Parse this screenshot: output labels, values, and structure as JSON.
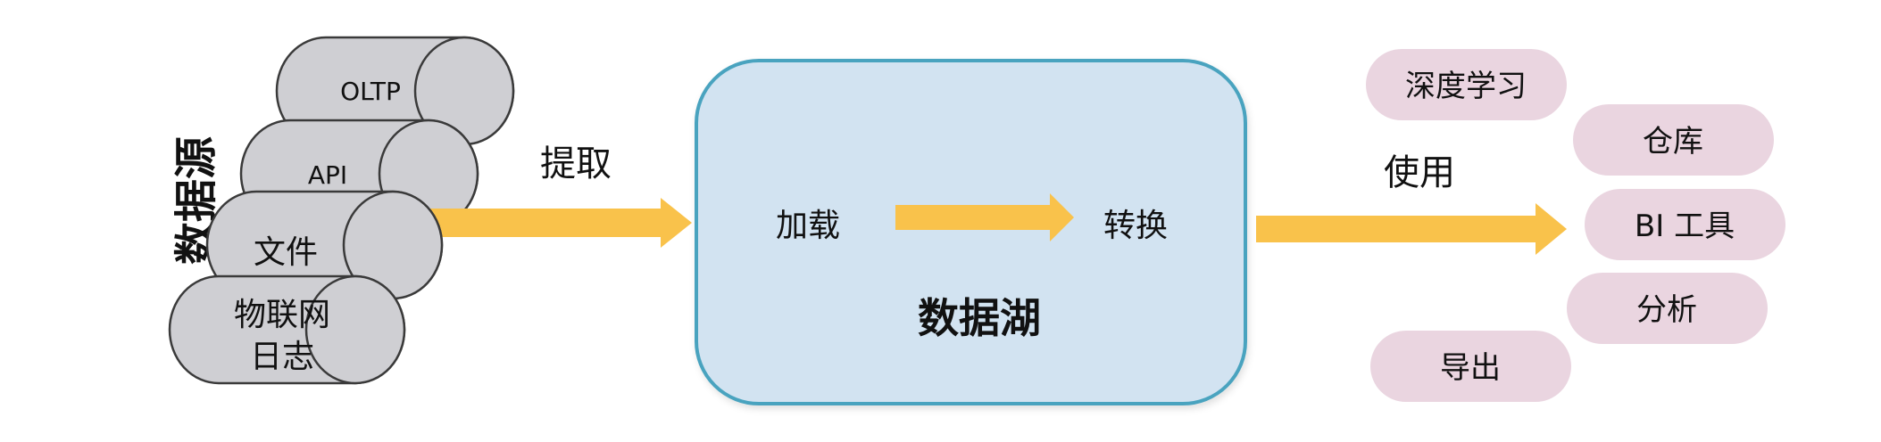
{
  "source_title": "数据源",
  "sources": [
    {
      "label": "OLTP"
    },
    {
      "label": "API"
    },
    {
      "label": "文件"
    },
    {
      "label_lines": [
        "物联网",
        "日志"
      ]
    }
  ],
  "extract_label": "提取",
  "lake": {
    "title": "数据湖",
    "load_label": "加载",
    "transform_label": "转换"
  },
  "use_label": "使用",
  "consumers": [
    {
      "label": "深度学习"
    },
    {
      "label": "仓库"
    },
    {
      "label": "BI 工具"
    },
    {
      "label": "分析"
    },
    {
      "label": "导出"
    }
  ],
  "colors": {
    "cylinder_fill": "#cfcfd3",
    "cylinder_stroke": "#3a3a3a",
    "arrow": "#f9c24b",
    "lake_fill": "#d2e3f1",
    "lake_stroke": "#4aa3bf",
    "pill_fill": "#ead5e0"
  }
}
